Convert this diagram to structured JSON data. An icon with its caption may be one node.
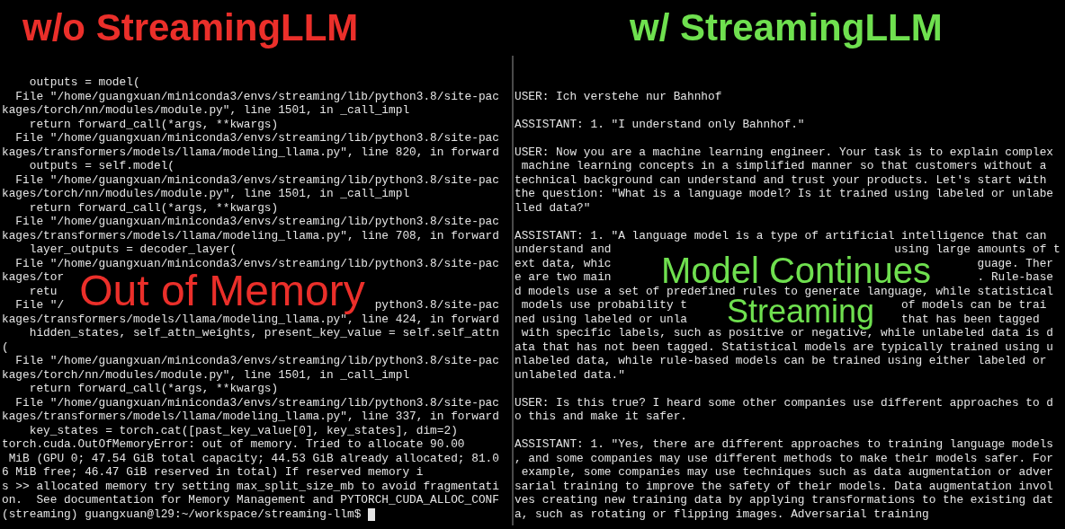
{
  "diagram": {
    "nodes": [
      {
        "text": [
          "w/o StreamingLLM",
          "    outputs = model(",
          "  File \"/home/guangxuan/miniconda3/envs/streaming/lib/python3.8/site-pac",
          "kages/torch/nn/modules/module.py\", line 1501, in _call_impl",
          "    return forward_call(*args, **kwargs)",
          "  File \"/home/guangxuan/miniconda3/envs/streaming/lib/python3.8/site-pac",
          "kages/transformers/models/llama/modeling_llama.py\", line 820, in forward",
          "    outputs = self.model(",
          "  File \"/home/guangxuan/miniconda3/envs/streaming/lib/python3.8/site-pac",
          "kages/torch/nn/modules/module.py\", line 1501, in _call_impl",
          "    return forward_call(*args, **kwargs)",
          "  File \"/home/guangxuan/miniconda3/envs/streaming/lib/python3.8/site-pac",
          "kages/transformers/models/llama/modeling_llama.py\", line 708, in forward",
          "    layer_outputs = decoder_layer(",
          "  File \"/home/guangxuan/miniconda3/envs/streaming/lib/python3.8/site-pac",
          "kages/tor",
          "    retu",
          "  File \"/                                             python3.8/site-pac",
          "kages/transformers/models/llama/modeling_llama.py\", line 424, in forward",
          "    hidden_states, self_attn_weights, present_key_value = self.self_attn",
          "(",
          "  File \"/home/guangxuan/miniconda3/envs/streaming/lib/python3.8/site-pac",
          "kages/torch/nn/modules/module.py\", line 1501, in _call_impl",
          "    return forward_call(*args, **kwargs)",
          "  File \"/home/guangxuan/miniconda3/envs/streaming/lib/python3.8/site-pac",
          "kages/transformers/models/llama/modeling_llama.py\", line 337, in forward",
          "    key_states = torch.cat([past_key_value[0], key_states], dim=2)",
          "torch.cuda.OutOfMemoryError: out of memory. Tried to allocate 90.00",
          " MiB (GPU 0; 47.54 GiB total capacity; 44.53 GiB already allocated; 81.0",
          "6 MiB free; 46.47 GiB reserved in total) If reserved memory i",
          "s >> allocated memory try setting max_split_size_mb to avoid fragmentati",
          "on.  See documentation for Memory Management and PYTORCH_CUDA_ALLOC_CONF",
          "(streaming) guangxuan@l29:~/workspace/streaming-llm$"
        ]
      },
      {
        "text": [
          "w/ StreamingLLM",
          "USER: Ich verstehe nur Bahnhof",
          "ASSISTANT: 1. \"I understand only Bahnhof.\"",
          "USER: Now you are a machine learning engineer. Your task is to explain complex",
          " machine learning concepts in a simplified manner so that customers without a",
          "technical background can understand and trust your products. Let's start with",
          "the question: \"What is a language model? Is it trained using labeled or unlabe",
          "lled data?\"",
          "ASSISTANT: 1. \"A language model is a type of artificial intelligence that can",
          "understand and                                         using large amounts of t",
          "ext data, whic                                                     guage. Ther",
          "e are two main                                                     . Rule-base",
          "d models use a set of predefined rules to generate language, while statistical",
          " models use probability t                               of models can be trai",
          "ned using labeled or unla                               that has been tagged",
          " with specific labels, such as positive or negative, while unlabeled data is d",
          "ata that has not been tagged. Statistical models are typically trained using u",
          "nlabeled data, while rule-based models can be trained using either labeled or",
          "unlabeled data.\"",
          "USER: Is this true? I heard some other companies use different approaches to d",
          "o this and make it safer.",
          "ASSISTANT: 1. \"Yes, there are different approaches to training language models",
          ", and some companies may use different methods to make their models safer. For",
          " example, some companies may use techniques such as data augmentation or adver",
          "sarial training to improve the safety of their models. Data augmentation invol",
          "ves creating new training data by applying transformations to the existing dat",
          "a, such as rotating or flipping images. Adversarial training"
        ]
      }
    ],
    "labels": [
      "Out of Memory",
      "Model Continues",
      "Streaming"
    ]
  }
}
